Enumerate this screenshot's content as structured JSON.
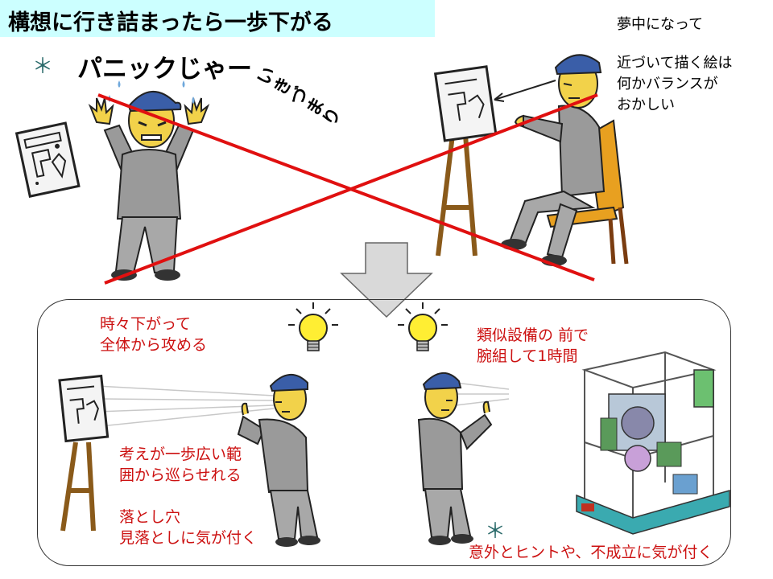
{
  "title": "構想に行き詰まったら一歩下がる",
  "top_left": {
    "asterisk": "＊",
    "panic_label": "パニックじゃー",
    "stuck_label": [
      "い",
      "き",
      "づ",
      "ま",
      "り"
    ]
  },
  "top_right": {
    "note_lines": [
      "夢中になって",
      "",
      "近づいて描く絵は",
      "何かバランスが",
      "おかしい"
    ]
  },
  "bottom_left": {
    "step_back": [
      "時々下がって",
      "全体から攻める"
    ],
    "wider": [
      "考えが一歩広い範",
      "囲から巡らせれる"
    ],
    "pitfall": [
      "落とし穴",
      "見落としに気が付く"
    ]
  },
  "bottom_right": {
    "equipment": [
      "類似設備の 前で",
      "腕組して1時間"
    ],
    "asterisk": "＊",
    "insight": "意外とヒントや、不成立に気が付く"
  },
  "colors": {
    "title_bg": "#ccffff",
    "cross_line": "#e01010",
    "note_red": "#cc1111",
    "arrow_fill": "#d9d9d9"
  }
}
